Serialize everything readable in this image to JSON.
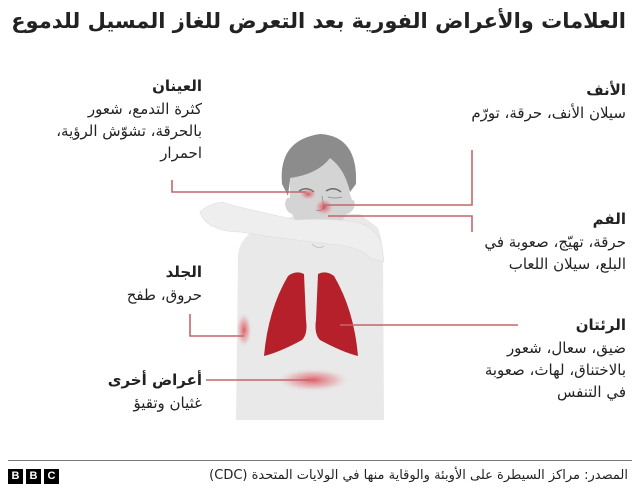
{
  "title": "العلامات والأعراض الفورية بعد التعرض للغاز المسيل للدموع",
  "labels": {
    "eyes": {
      "heading": "العينان",
      "lines": [
        "كثرة التدمع، شعور",
        "بالحرقة، تشوّش الرؤية،",
        "احمرار"
      ]
    },
    "nose": {
      "heading": "الأنف",
      "lines": [
        "سيلان الأنف، حرقة، تورّم"
      ]
    },
    "mouth": {
      "heading": "الفم",
      "lines": [
        "حرقة، تهيّج، صعوبة في",
        "البلع، سيلان اللعاب"
      ]
    },
    "skin": {
      "heading": "الجلد",
      "lines": [
        "حروق، طفح"
      ]
    },
    "lungs": {
      "heading": "الرئتان",
      "lines": [
        "ضيق، سعال، شعور",
        "بالاختناق، لهاث، صعوبة",
        "في التنفس"
      ]
    },
    "other": {
      "heading": "أعراض أخرى",
      "lines": [
        "غثيان وتقيؤ"
      ]
    }
  },
  "footer": {
    "source": "المصدر: مراكز السيطرة على الأوبئة والوقاية منها في الولايات المتحدة (CDC)",
    "logo": [
      "B",
      "B",
      "C"
    ]
  },
  "colors": {
    "accent_line": "#c4676b",
    "lungs": "#b5202a",
    "body": "#e8e8e8",
    "hair": "#8a8a8a",
    "text": "#222222"
  }
}
